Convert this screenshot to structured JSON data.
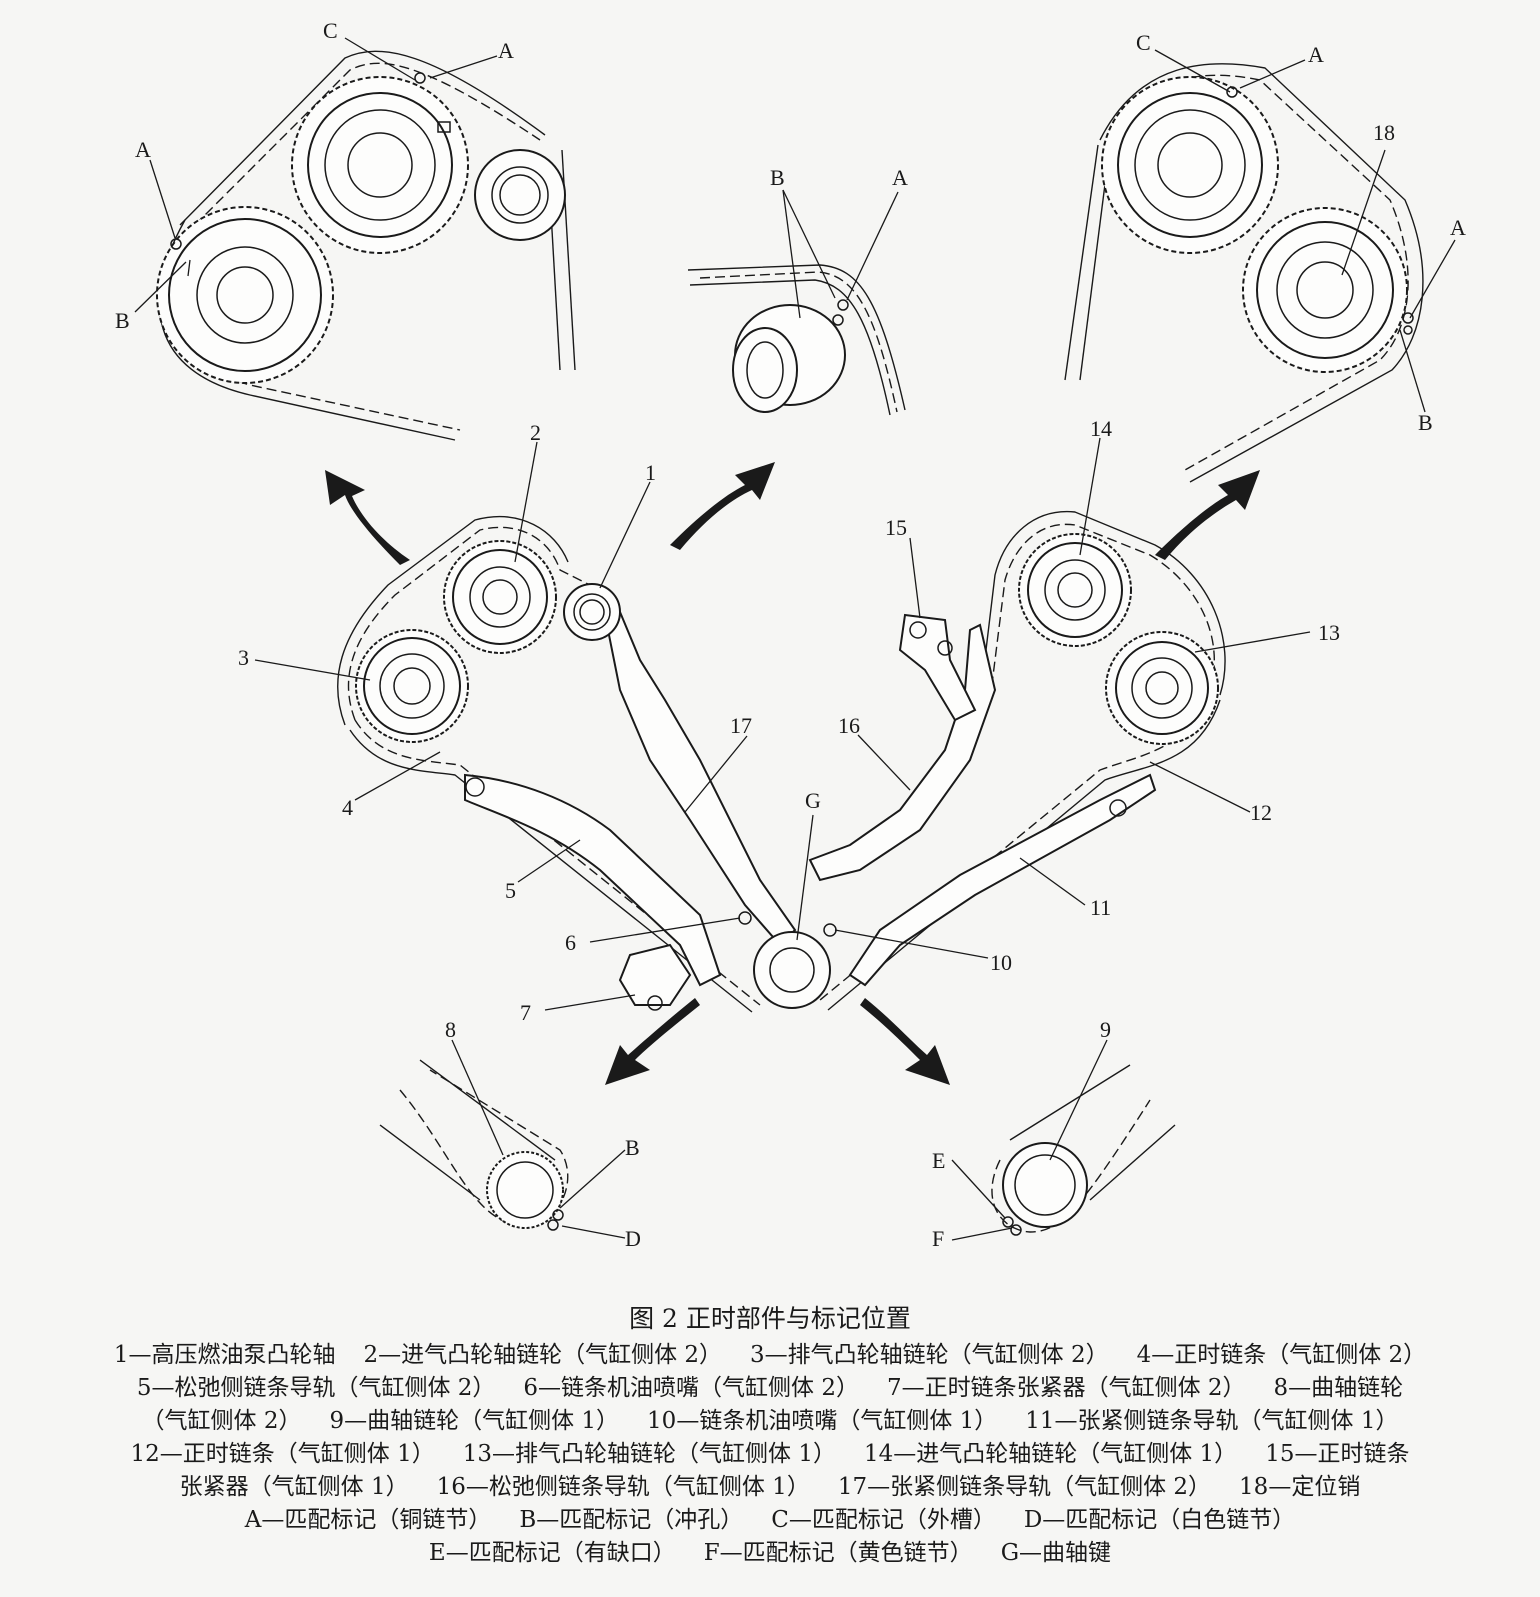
{
  "figure": {
    "title": "图 2  正时部件与标记位置"
  },
  "labels": {
    "n1": "1",
    "n2": "2",
    "n3": "3",
    "n4": "4",
    "n5": "5",
    "n6": "6",
    "n7": "7",
    "n8": "8",
    "n9": "9",
    "n10": "10",
    "n11": "11",
    "n12": "12",
    "n13": "13",
    "n14": "14",
    "n15": "15",
    "n16": "16",
    "n17": "17",
    "n18": "18",
    "A": "A",
    "B": "B",
    "C": "C",
    "D": "D",
    "E": "E",
    "F": "F",
    "G": "G"
  },
  "legend": {
    "row1": [
      "1—高压燃油泵凸轮轴",
      "2—进气凸轮轴链轮（气缸侧体 2）",
      "3—排气凸轮轴链轮（气缸侧体 2）",
      "4—正时链条（气缸侧体 2）"
    ],
    "row2": [
      "5—松弛侧链条导轨（气缸侧体 2）",
      "6—链条机油喷嘴（气缸侧体 2）",
      "7—正时链条张紧器（气缸侧体 2）",
      "8—曲轴链轮"
    ],
    "row3": [
      "（气缸侧体 2）",
      "9—曲轴链轮（气缸侧体 1）",
      "10—链条机油喷嘴（气缸侧体 1）",
      "11—张紧侧链条导轨（气缸侧体 1）"
    ],
    "row4": [
      "12—正时链条（气缸侧体 1）",
      "13—排气凸轮轴链轮（气缸侧体 1）",
      "14—进气凸轮轴链轮（气缸侧体 1）",
      "15—正时链条"
    ],
    "row5": [
      "张紧器（气缸侧体 1）",
      "16—松弛侧链条导轨（气缸侧体 1）",
      "17—张紧侧链条导轨（气缸侧体 2）",
      "18—定位销"
    ],
    "row6": [
      "A—匹配标记（铜链节）",
      "B—匹配标记（冲孔）",
      "C—匹配标记（外槽）",
      "D—匹配标记（白色链节）"
    ],
    "row7": [
      "E—匹配标记（有缺口）",
      "F—匹配标记（黄色链节）",
      "G—曲轴键"
    ]
  }
}
